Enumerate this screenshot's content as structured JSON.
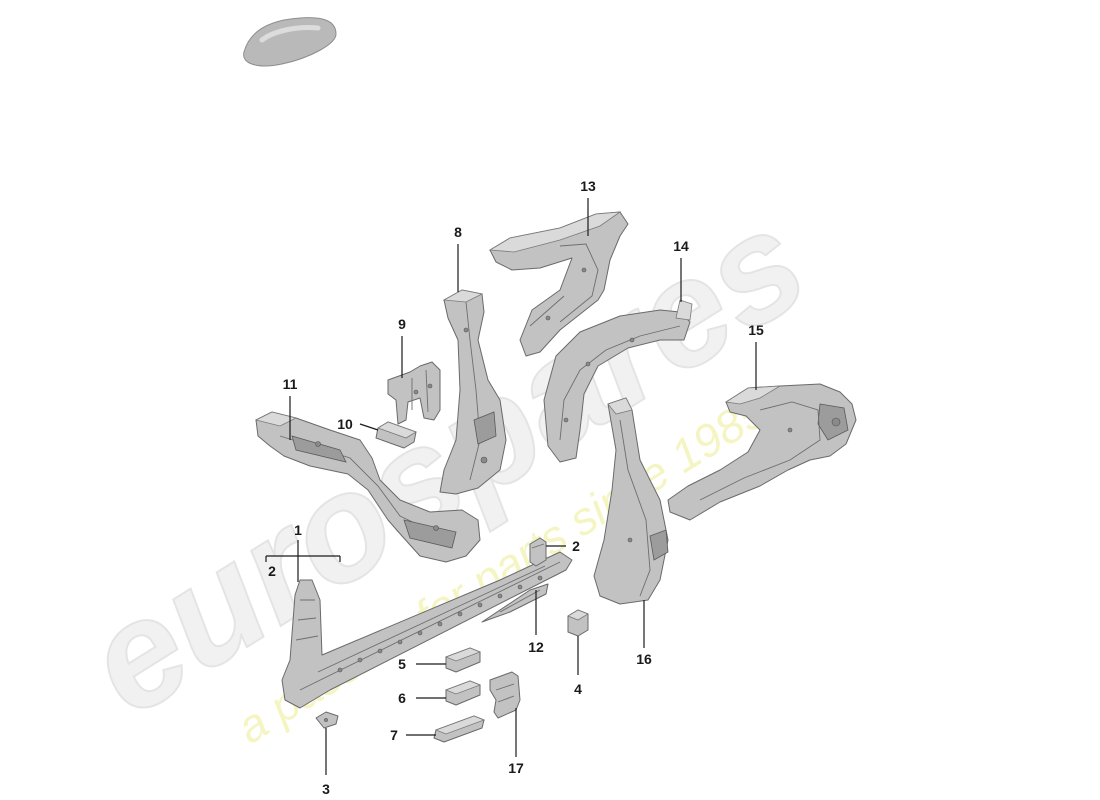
{
  "watermark": {
    "brand_text": "eurospares",
    "tagline": "a passion for parts since 1985"
  },
  "callouts": {
    "c1": "1",
    "c2a": "2",
    "c2b": "2",
    "c3": "3",
    "c4": "4",
    "c5": "5",
    "c6": "6",
    "c7": "7",
    "c8": "8",
    "c9": "9",
    "c10": "10",
    "c11": "11",
    "c12": "12",
    "c13": "13",
    "c14": "14",
    "c15": "15",
    "c16": "16",
    "c17": "17"
  }
}
